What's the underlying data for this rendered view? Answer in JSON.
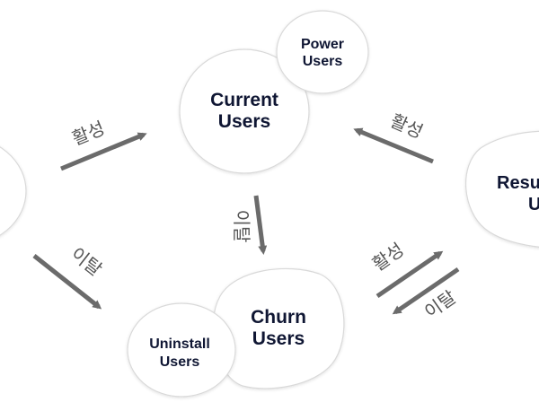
{
  "colors": {
    "background": "#ffffff",
    "node_fill": "#ffffff",
    "node_stroke": "#d9d9d9",
    "node_text": "#0f1633",
    "arrow": "#6b6b6b",
    "arrow_label": "#555555"
  },
  "nodes": {
    "current_users": {
      "line1": "Current",
      "line2": "Users"
    },
    "power_users": {
      "line1": "Power",
      "line2": "Users"
    },
    "churn_users": {
      "line1": "Churn",
      "line2": "Users"
    },
    "uninstall_users": {
      "line1": "Uninstall",
      "line2": "Users"
    },
    "resurrected_users": {
      "line1": "Resu",
      "line2": "U"
    }
  },
  "edges": {
    "left_to_current": {
      "label": "활성"
    },
    "current_to_churn": {
      "label": "이탈"
    },
    "left_to_uninstall": {
      "label": "이탈"
    },
    "resurrected_to_current": {
      "label": "활성"
    },
    "churn_to_resurrected": {
      "label": "활성"
    },
    "resurrected_to_churn": {
      "label": "이탈"
    }
  }
}
